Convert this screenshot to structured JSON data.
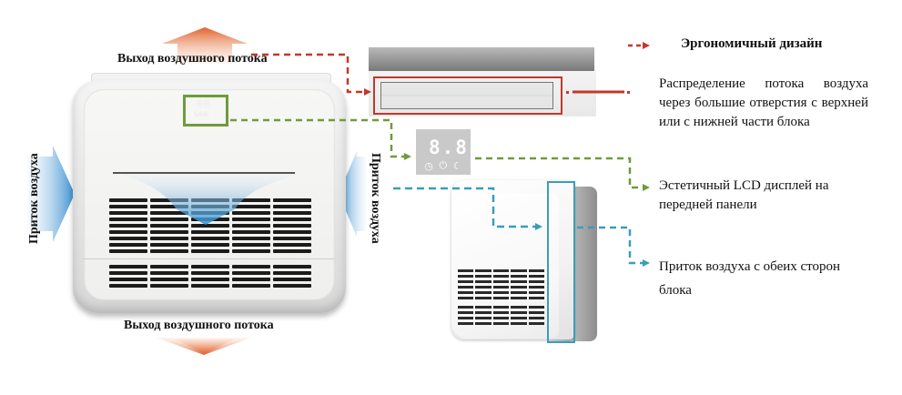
{
  "main_unit": {
    "top_airflow_label": "Выход воздушного потока",
    "bottom_airflow_label": "Выход воздушного потока",
    "left_intake_label": "Приток воздуха",
    "right_intake_label": "Приток воздуха",
    "display_digits": "88",
    "display_icons": "◔◔◔"
  },
  "lcd_panel": {
    "digits": "8.8",
    "icons": [
      "timer-icon",
      "power-icon",
      "mode-icon"
    ],
    "icon_glyphs": [
      "◷",
      "⏻",
      "☾"
    ]
  },
  "features": [
    {
      "id": "ergonomic",
      "title": "Эргономичный дизайн",
      "color": "#c0392b"
    },
    {
      "id": "airflow-distribution",
      "text": "Распределение потока воздуха через большие отверстия с верхней или с нижней части блока",
      "color": "#c0392b"
    },
    {
      "id": "lcd-display",
      "text": "Эстетичный LCD дисплей на передней панели",
      "color": "#6f9b3c"
    },
    {
      "id": "side-intake",
      "text_line1": "Приток воздуха с обеих сторон",
      "text_line2": "блока",
      "color": "#3a9dbb"
    }
  ],
  "colors": {
    "red_connector": "#c0392b",
    "green_connector": "#6f9b3c",
    "blue_connector": "#3a9dbb",
    "outflow_arrow": "#e0602a",
    "intake_arrow": "#3a8fd0"
  }
}
